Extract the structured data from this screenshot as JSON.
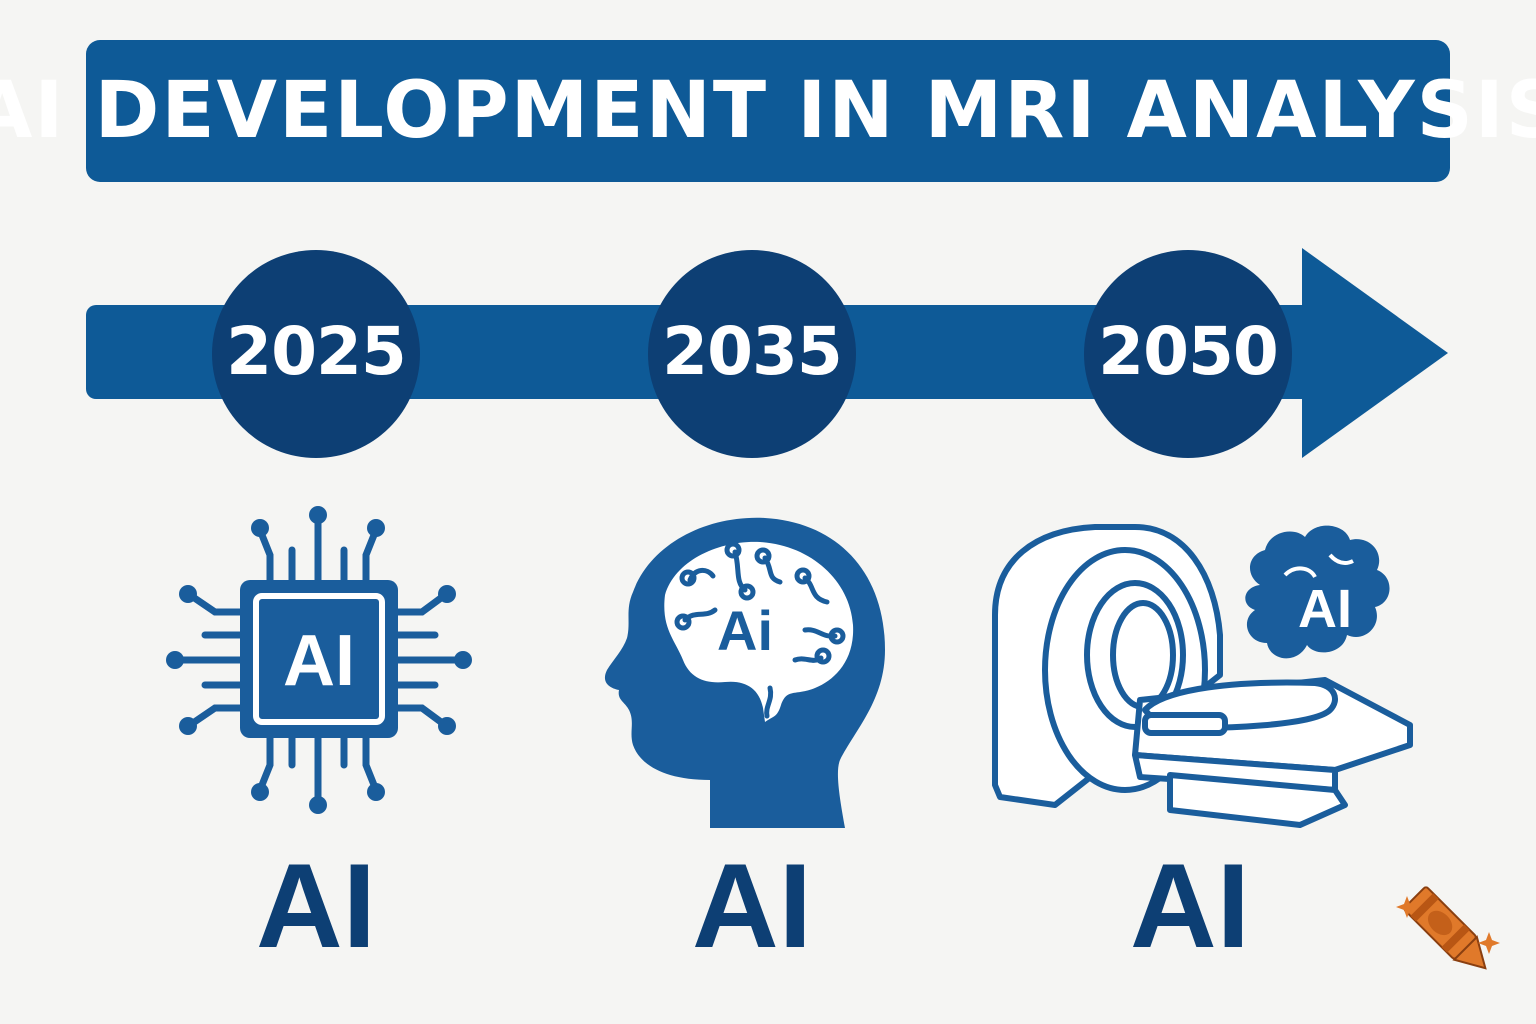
{
  "title": "AI DEVELOPMENT IN MRI ANALYSIS",
  "milestones": [
    {
      "year": "2025",
      "icon": "ai-chip-icon",
      "icon_text": "AI",
      "caption": "AI"
    },
    {
      "year": "2035",
      "icon": "ai-head-brain-icon",
      "icon_text": "Ai",
      "caption": "AI"
    },
    {
      "year": "2050",
      "icon": "mri-scanner-brain-icon",
      "icon_text": "AI",
      "caption": "AI"
    }
  ],
  "colors": {
    "banner": "#0e5a97",
    "timeline_bar": "#0e5a97",
    "circle": "#0d3f74",
    "icon": "#1a5d9c",
    "caption": "#0d3f74",
    "crayon": "#e0792a"
  }
}
